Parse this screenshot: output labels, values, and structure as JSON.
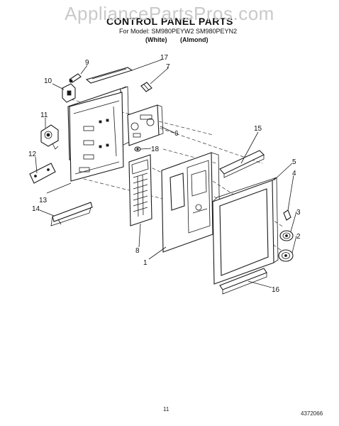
{
  "watermark": "AppliancePartsPros.com",
  "title": "CONTROL PANEL PARTS",
  "model_line": "For Model: SM980PEYW2 SM980PEYN2",
  "variants": [
    "(White)",
    "(Almond)"
  ],
  "callouts": [
    "1",
    "2",
    "3",
    "4",
    "5",
    "6",
    "7",
    "8",
    "9",
    "10",
    "11",
    "12",
    "13",
    "14",
    "15",
    "16",
    "17",
    "18"
  ],
  "page_number": "11",
  "document_number": "4372066"
}
